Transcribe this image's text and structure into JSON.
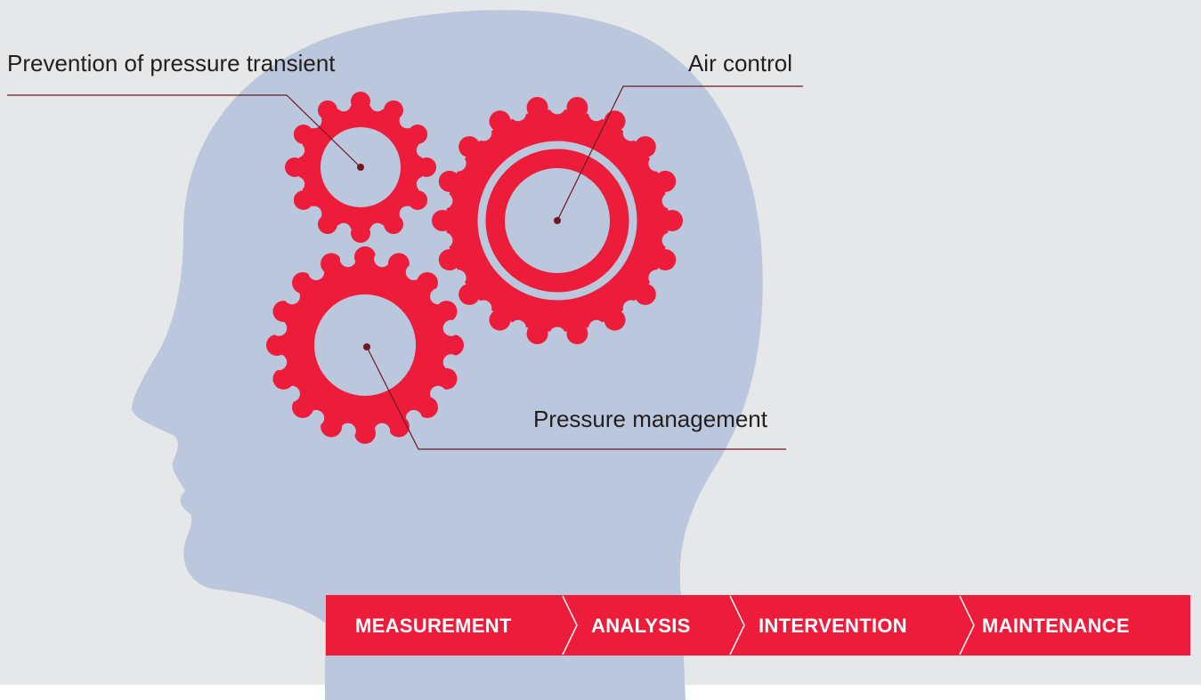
{
  "labels": {
    "prevention": "Prevention of pressure transient",
    "air_control": "Air control",
    "pressure_management": "Pressure management"
  },
  "process": {
    "steps": [
      {
        "label": "MEASUREMENT"
      },
      {
        "label": "ANALYSIS"
      },
      {
        "label": "INTERVENTION"
      },
      {
        "label": "MAINTENANCE"
      }
    ]
  },
  "colors": {
    "background": "#e6e7e8",
    "head": "#bac7dd",
    "gear": "#ec1c3a",
    "leader": "#6b1a22",
    "banner": "#ec1c3a",
    "banner_text": "#ffffff"
  }
}
